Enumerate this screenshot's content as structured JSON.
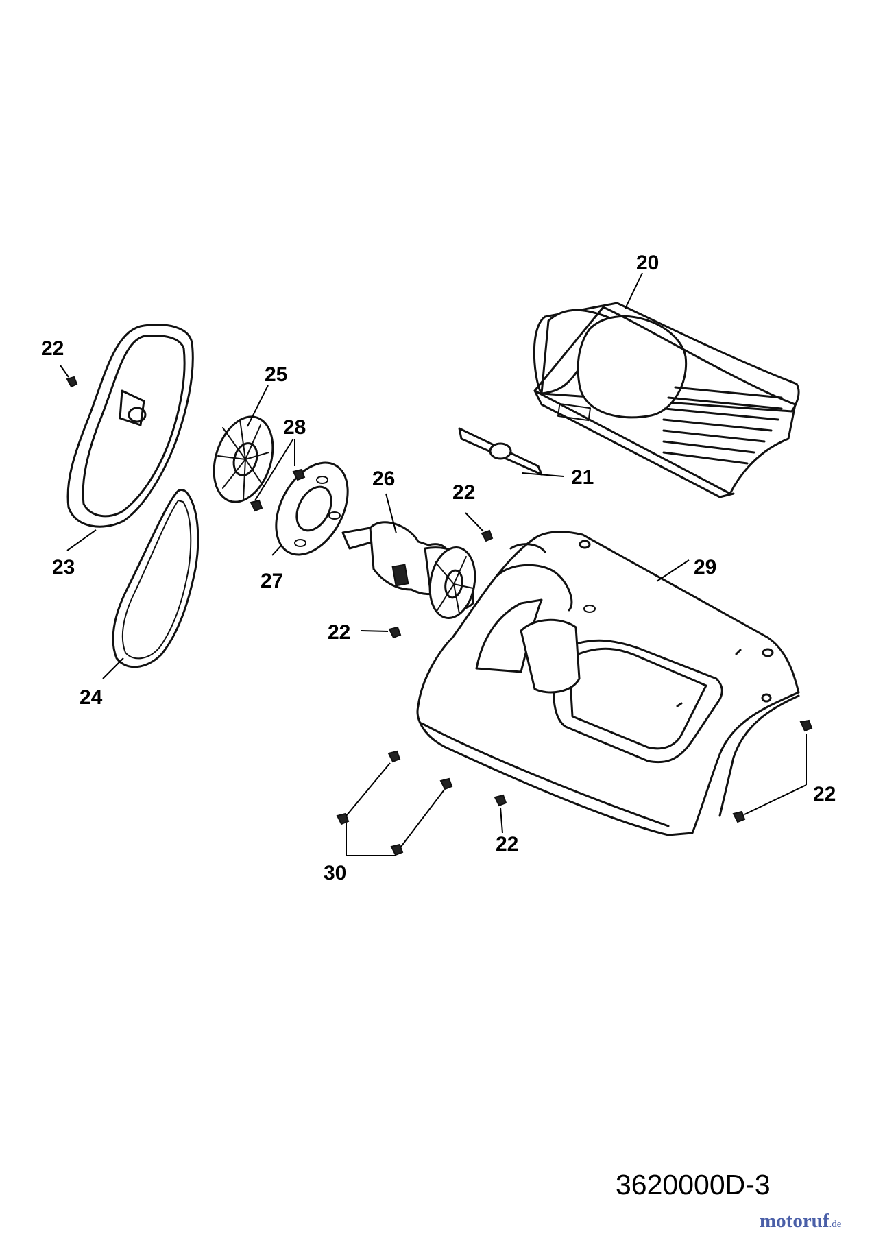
{
  "callouts": [
    {
      "id": "c20",
      "label": "20"
    },
    {
      "id": "c21",
      "label": "21"
    },
    {
      "id": "c22",
      "label": "22"
    },
    {
      "id": "c23",
      "label": "23"
    },
    {
      "id": "c24",
      "label": "24"
    },
    {
      "id": "c25",
      "label": "25"
    },
    {
      "id": "c26",
      "label": "26"
    },
    {
      "id": "c27",
      "label": "27"
    },
    {
      "id": "c28",
      "label": "28"
    },
    {
      "id": "c29",
      "label": "29"
    },
    {
      "id": "c30",
      "label": "30"
    }
  ],
  "diagram_code": "3620000D-3",
  "watermark": {
    "brand": "motoruf",
    "suffix": ".de"
  }
}
